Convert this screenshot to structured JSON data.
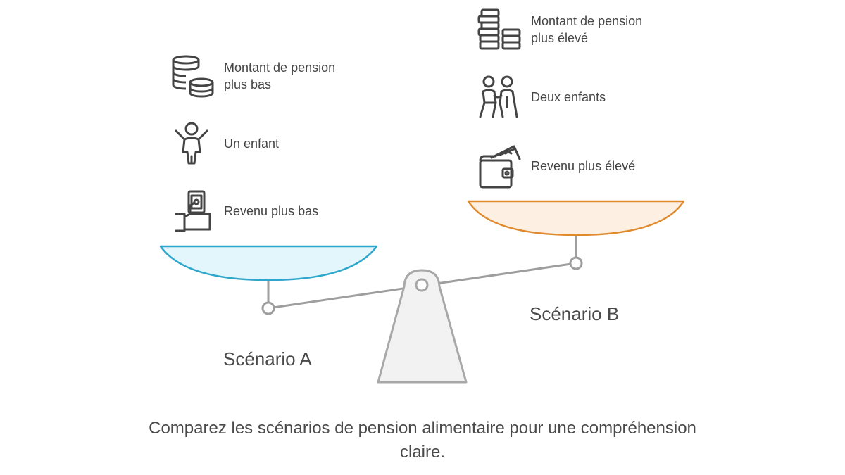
{
  "scenario_a": {
    "title": "Scénario A",
    "items": [
      {
        "icon": "coin-stack-icon",
        "label": "Montant de pension\nplus bas"
      },
      {
        "icon": "child-icon",
        "label": "Un enfant"
      },
      {
        "icon": "hand-money-icon",
        "label": "Revenu plus bas"
      }
    ],
    "pan_fill": "#e3f6fb",
    "pan_stroke": "#2fa7cc"
  },
  "scenario_b": {
    "title": "Scénario B",
    "items": [
      {
        "icon": "coin-stacks-icon",
        "label": "Montant de pension\nplus élevé"
      },
      {
        "icon": "two-children-icon",
        "label": "Deux enfants"
      },
      {
        "icon": "wallet-icon",
        "label": "Revenu plus élevé"
      }
    ],
    "pan_fill": "#fdf0e2",
    "pan_stroke": "#e08a2e"
  },
  "caption": "Comparez les scénarios de pension alimentaire pour une compréhension claire."
}
